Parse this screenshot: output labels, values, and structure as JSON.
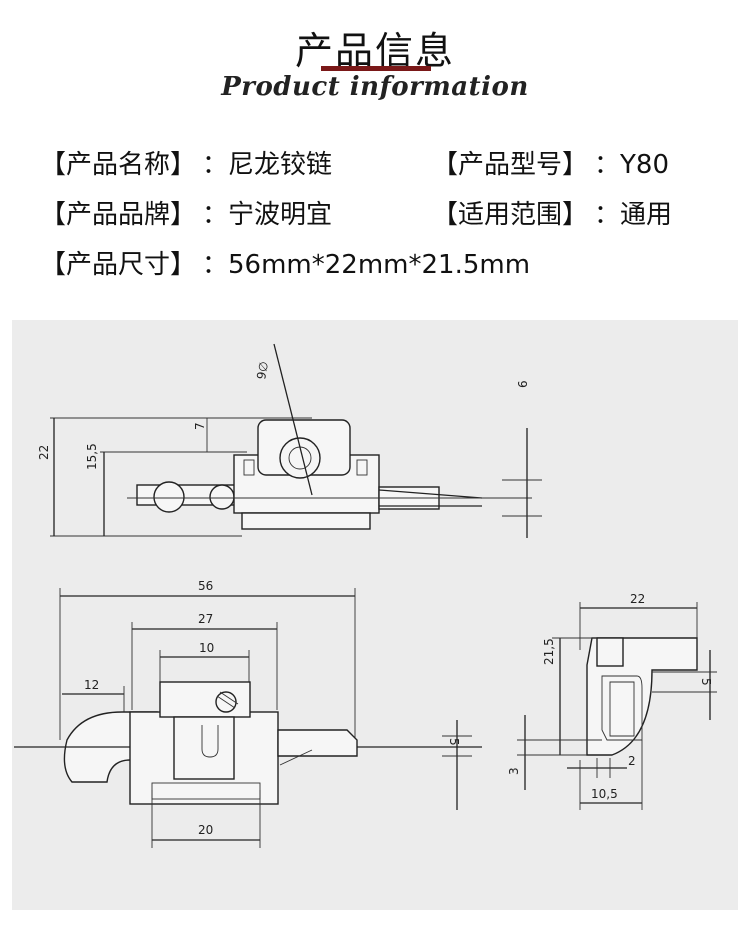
{
  "header": {
    "title": "产品信息",
    "subtitle": "Product information"
  },
  "specs": [
    {
      "label": "【产品名称】",
      "value": "：尼龙铰链"
    },
    {
      "label": "【产品型号】",
      "value": "：Y80"
    },
    {
      "label": "【产品品牌】",
      "value": "：宁波明宜"
    },
    {
      "label": "【适用范围】",
      "value": "：通用"
    },
    {
      "label": "【产品尺寸】",
      "value": "：56mm*22mm*21.5mm"
    }
  ],
  "drawing": {
    "dims": {
      "d_9": "9∅",
      "d_6": "6",
      "d_22_h": "22",
      "d_15_5": "15,5",
      "d_7": "7",
      "d_56": "56",
      "d_27": "27",
      "d_10": "10",
      "d_12": "12",
      "d_5_front": "5",
      "d_20": "20",
      "d_22_side": "22",
      "d_21_5": "21,5",
      "d_5_side": "5",
      "d_3": "3",
      "d_2": "2",
      "d_10_5": "10,5"
    }
  }
}
